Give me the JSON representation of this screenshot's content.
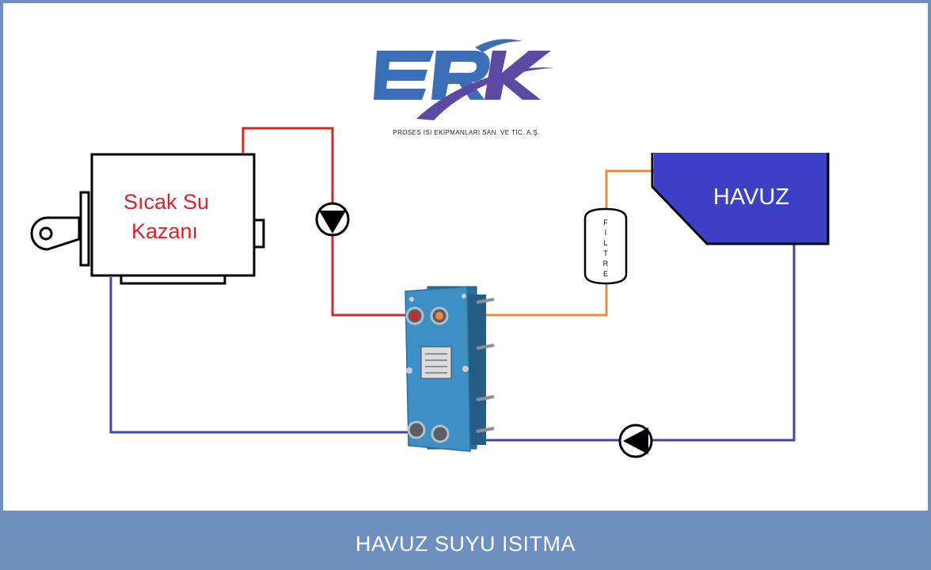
{
  "logo": {
    "text": "ERK",
    "tagline": "PROSES ISI EKİPMANLARI SAN. VE TİC. A.Ş."
  },
  "boiler": {
    "line1": "Sıcak Su",
    "line2": "Kazanı"
  },
  "pool": {
    "label": "HAVUZ"
  },
  "filter": {
    "letters": [
      "F",
      "İ",
      "L",
      "T",
      "R",
      "E"
    ]
  },
  "caption": "HAVUZ SUYU ISITMA",
  "colors": {
    "hot_line": "#d9242b",
    "orange_line": "#ee8a3c",
    "blue_line": "#3b48a6",
    "pool_fill": "#3b40c4",
    "caption_bar": "#6f8fbf",
    "logo_blue": "#3a6fb5",
    "logo_purple": "#5b4aa0",
    "exchanger": "#3e8fc4"
  },
  "icons": [
    "pump-icon",
    "filter-icon",
    "plate-heat-exchanger-icon",
    "logo"
  ]
}
